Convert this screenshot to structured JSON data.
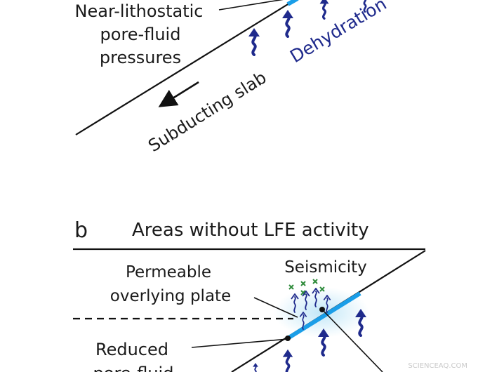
{
  "panel_a": {
    "label_pressure_line1": "Near-lithostatic",
    "label_pressure_line2": "pore-fluid",
    "label_pressure_line3": "pressures",
    "label_dehydration": "Dehydration",
    "label_slab": "Subducting slab"
  },
  "panel_b": {
    "panel_letter": "b",
    "title": "Areas without LFE activity",
    "label_seismicity": "Seismicity",
    "label_plate_line1": "Permeable",
    "label_plate_line2": "overlying plate",
    "label_reduced_line1": "Reduced",
    "label_reduced_line2": "pore-fluid"
  },
  "watermark": "SCIENCEAQ.COM",
  "colors": {
    "ink": "#111111",
    "fluid_arrow": "#1f2a8c",
    "fault_highlight": "#1a9ee8",
    "fluid_halo": "#bfe6f7",
    "seismic_marker": "#2e8b3a"
  },
  "icons": {
    "fluid_arrow": "wavy-up-arrow-icon",
    "seismic_event": "x-mark-icon",
    "slab_direction": "arrow-down-left-icon"
  }
}
